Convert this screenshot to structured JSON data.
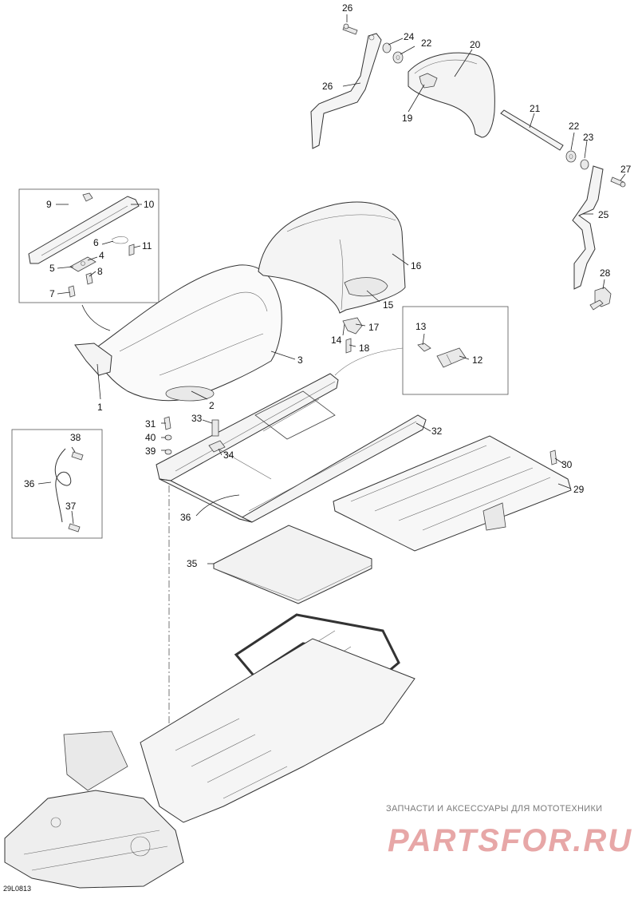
{
  "diagram": {
    "drawing_code": "29L0813",
    "watermark": {
      "tagline": "ЗАПЧАСТИ И АКСЕССУАРЫ ДЛЯ МОТОТЕХНИКИ",
      "logo_text": "PARTSFOR.RU"
    },
    "callouts": [
      "1",
      "2",
      "3",
      "4",
      "5",
      "6",
      "7",
      "8",
      "9",
      "10",
      "11",
      "12",
      "13",
      "14",
      "15",
      "16",
      "17",
      "18",
      "19",
      "20",
      "21",
      "22",
      "22",
      "23",
      "23",
      "24",
      "25",
      "26",
      "26",
      "27",
      "28",
      "29",
      "30",
      "31",
      "32",
      "33",
      "34",
      "35",
      "36",
      "37",
      "38",
      "39",
      "40"
    ]
  }
}
